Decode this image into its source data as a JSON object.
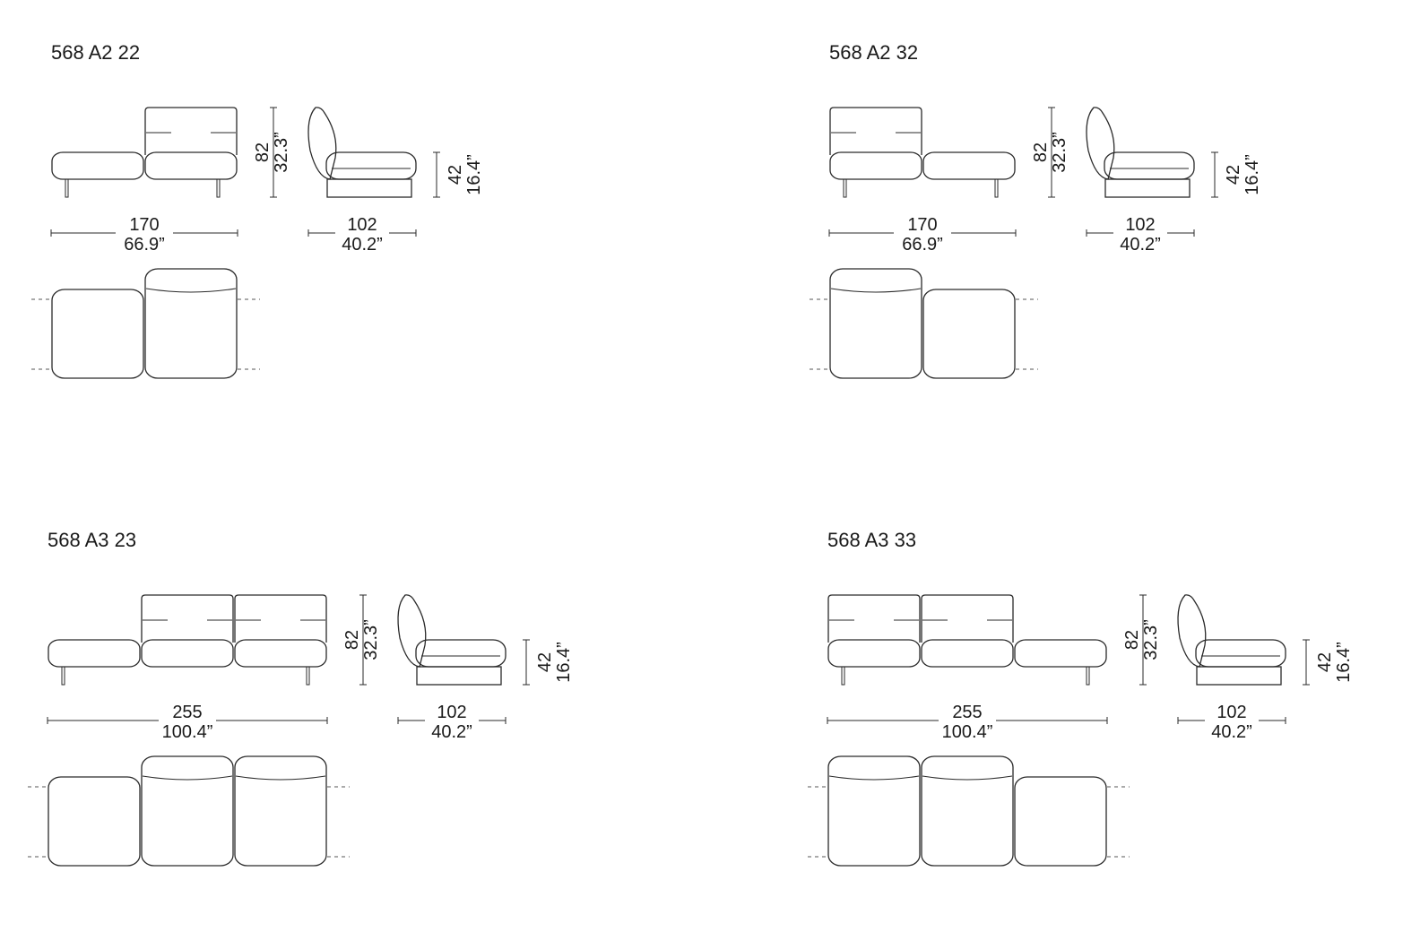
{
  "blocks": [
    {
      "title": "568 A2 22",
      "modules": [
        "seat",
        "back"
      ],
      "width_cm": "170",
      "width_in": "66.9”",
      "depth_cm": "102",
      "depth_in": "40.2”",
      "height_cm": "82",
      "height_in": "32.3”",
      "seat_cm": "42",
      "seat_in": "16.4”"
    },
    {
      "title": "568 A2 32",
      "modules": [
        "back",
        "seat"
      ],
      "width_cm": "170",
      "width_in": "66.9”",
      "depth_cm": "102",
      "depth_in": "40.2”",
      "height_cm": "82",
      "height_in": "32.3”",
      "seat_cm": "42",
      "seat_in": "16.4”"
    },
    {
      "title": "568 A3 23",
      "modules": [
        "seat",
        "back",
        "back"
      ],
      "width_cm": "255",
      "width_in": "100.4”",
      "depth_cm": "102",
      "depth_in": "40.2”",
      "height_cm": "82",
      "height_in": "32.3”",
      "seat_cm": "42",
      "seat_in": "16.4”"
    },
    {
      "title": "568 A3 33",
      "modules": [
        "back",
        "back",
        "seat"
      ],
      "width_cm": "255",
      "width_in": "100.4”",
      "depth_cm": "102",
      "depth_in": "40.2”",
      "height_cm": "82",
      "height_in": "32.3”",
      "seat_cm": "42",
      "seat_in": "16.4”"
    }
  ]
}
